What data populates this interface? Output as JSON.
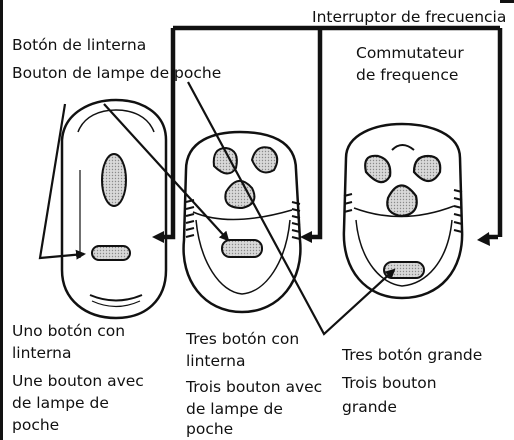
{
  "labels": {
    "interruptor": "Interruptor de frecuencia",
    "boton_linterna": "Botón de linterna",
    "bouton_lampe": "Bouton de lampe de poche",
    "commutateur_1": "Commutateur",
    "commutateur_2": "de frequence",
    "uno_1": "Uno botón con",
    "uno_2": "linterna",
    "une_1": "Une bouton avec",
    "une_2": "de lampe de",
    "une_3": "poche",
    "tres_1": "Tres botón con",
    "tres_2": "linterna",
    "trois_1": "Trois bouton avec",
    "trois_2": "de lampe de",
    "trois_3": "poche",
    "grande_es": "Tres botón grande",
    "grande_fr_1": "Trois bouton",
    "grande_fr_2": "grande"
  }
}
